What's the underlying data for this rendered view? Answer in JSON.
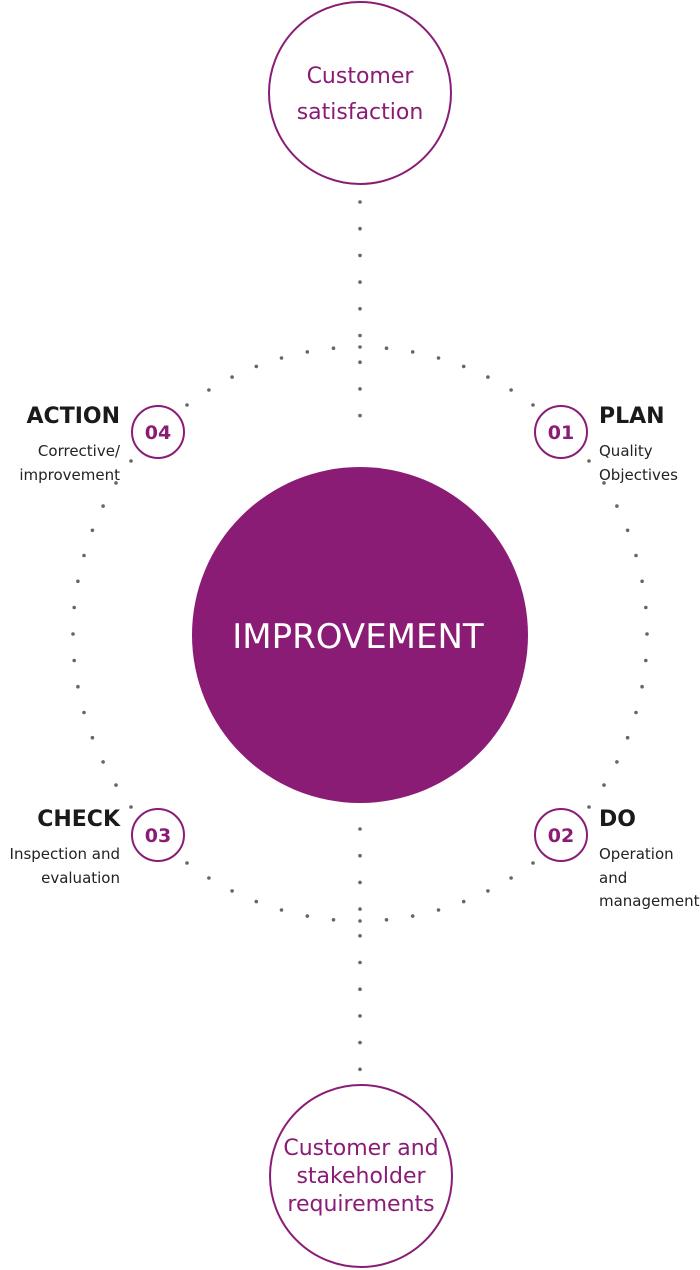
{
  "colors": {
    "primary": "#8a1c76",
    "text": "#1a1a1a",
    "dots": "#666666"
  },
  "top_node": {
    "lines": [
      "Customer",
      "satisfaction"
    ]
  },
  "center_node": {
    "label": "IMPROVEMENT"
  },
  "bottom_node": {
    "lines": [
      "Customer and",
      "stakeholder",
      "requirements"
    ]
  },
  "steps": [
    {
      "number": "01",
      "title": "PLAN",
      "desc": [
        "Quality",
        "Objectives"
      ]
    },
    {
      "number": "02",
      "title": "DO",
      "desc": [
        "Operation",
        "and",
        "management"
      ]
    },
    {
      "number": "03",
      "title": "CHECK",
      "desc": [
        "Inspection and",
        "evaluation"
      ]
    },
    {
      "number": "04",
      "title": "ACTION",
      "desc": [
        "Corrective/",
        "improvement"
      ]
    }
  ]
}
